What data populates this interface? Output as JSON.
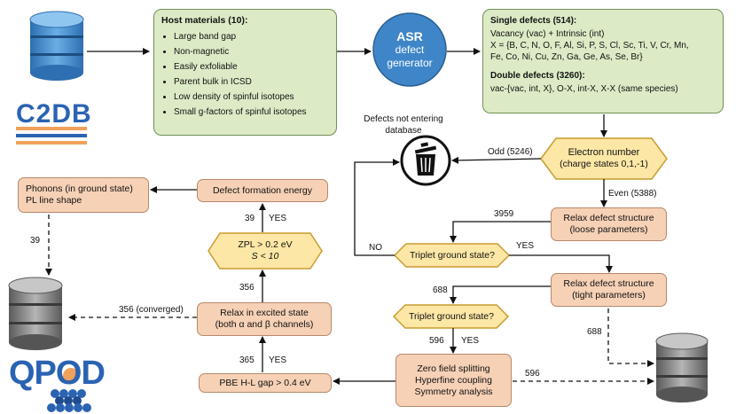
{
  "c2db_label": "C2DB",
  "host": {
    "title": "Host materials (10):",
    "items": [
      "Large band gap",
      "Non-magnetic",
      "Easily exfoliable",
      "Parent bulk in ICSD",
      "Low density of spinful isotopes",
      "Small g-factors of spinful isotopes"
    ]
  },
  "asr": {
    "line1": "ASR",
    "line2": "defect",
    "line3": "generator"
  },
  "single": {
    "title": "Single defects (514):",
    "line1": "Vacancy (vac) + Intrinsic (int)",
    "line2": "X = {B, C, N, O, F, Al, Si, P, S, Cl, Sc, Ti, V, Cr, Mn,",
    "line3": "Fe, Co, Ni, Cu, Zn, Ga, Ge, As, Se, Br}"
  },
  "double": {
    "title": "Double defects (3260):",
    "line1": "vac-{vac, int, X}, O-X, int-X, X-X (same species)"
  },
  "trash_label": "Defects not entering database",
  "electron": {
    "line1": "Electron number",
    "line2": "(charge states 0,1,-1)"
  },
  "relax_loose": {
    "line1": "Relax defect structure",
    "line2": "(loose parameters)"
  },
  "triplet1": "Triplet ground state?",
  "relax_tight": {
    "line1": "Relax defect structure",
    "line2": "(tight parameters)"
  },
  "triplet2": "Triplet ground state?",
  "zfs": {
    "line1": "Zero field splitting",
    "line2": "Hyperfine coupling",
    "line3": "Symmetry analysis"
  },
  "pbe": "PBE H-L gap > 0.4 eV",
  "excited": {
    "line1": "Relax in excited state",
    "line2": "(both α and β channels)"
  },
  "zpl": {
    "line1": "ZPL > 0.2 eV",
    "line2": "S < 10"
  },
  "formation": "Defect formation energy",
  "phonons": {
    "line1": "Phonons (in ground state)",
    "line2": "PL line shape"
  },
  "labels": {
    "odd": "Odd (5246)",
    "even": "Even (5388)",
    "n3959": "3959",
    "no": "NO",
    "yes1": "YES",
    "n688a": "688",
    "n596": "596",
    "yes2": "YES",
    "n688b": "688",
    "n596b": "596",
    "n365": "365",
    "yes3": "YES",
    "n356": "356",
    "n356c": "356 (converged)",
    "n39a": "39",
    "yes4": "YES",
    "n39b": "39"
  },
  "qpod": "QPOD",
  "colors": {
    "green": "#dcebc6",
    "peach": "#f6d1b6",
    "hexagon": "#fde7a6",
    "asr": "#3f86c8",
    "c2db": "#2b63b3",
    "stripe": "#f0a15a"
  }
}
